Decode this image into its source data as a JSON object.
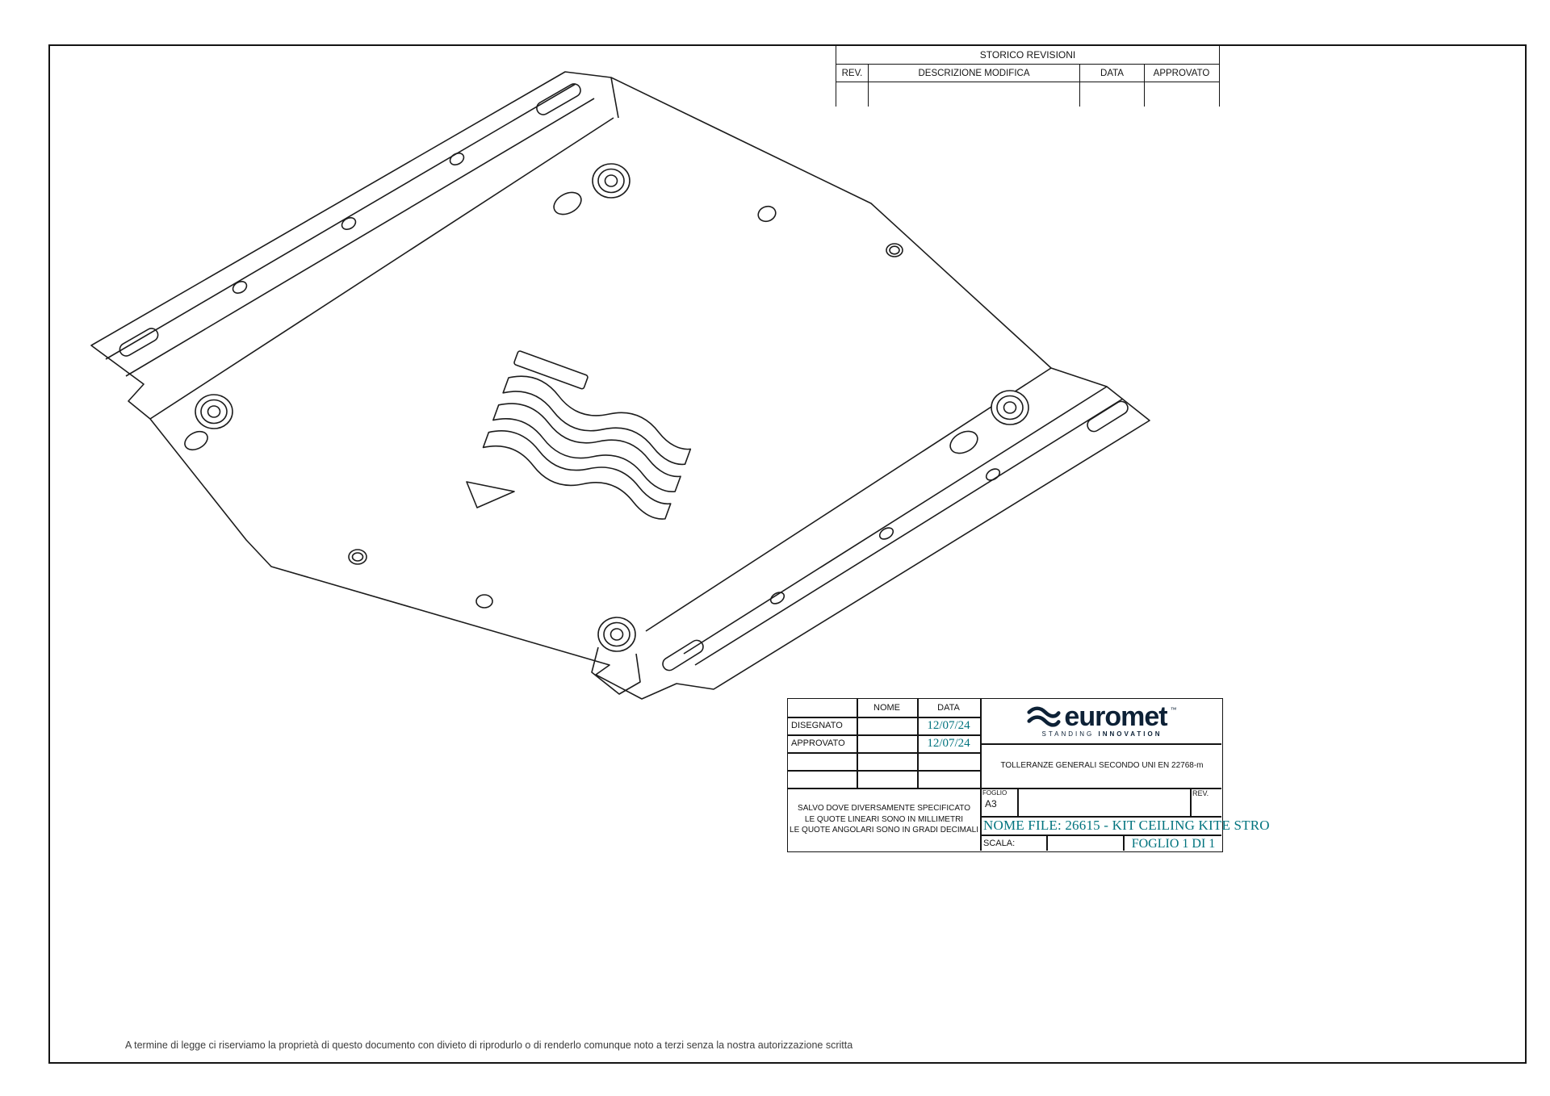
{
  "revision_table": {
    "title": "STORICO REVISIONI",
    "columns": [
      "REV.",
      "DESCRIZIONE MODIFICA",
      "DATA",
      "APPROVATO"
    ]
  },
  "title_block": {
    "header_nome": "NOME",
    "header_data": "DATA",
    "rows": [
      {
        "label": "DISEGNATO",
        "nome": "",
        "data": "12/07/24"
      },
      {
        "label": "APPROVATO",
        "nome": "",
        "data": "12/07/24"
      }
    ],
    "tolerances": "TOLLERANZE GENERALI SECONDO UNI EN 22768-m",
    "note_line1": "SALVO DOVE DIVERSAMENTE SPECIFICATO",
    "note_line2": "LE QUOTE LINEARI SONO IN MILLIMETRI",
    "note_line3": "LE QUOTE ANGOLARI SONO IN GRADI DECIMALI",
    "foglio_label": "FOGLIO",
    "foglio_value": "A3",
    "rev_label": "REV.",
    "file_label": "NOME FILE: 26615 - KIT CEILING KITE STRO",
    "scala_label": "SCALA:",
    "sheet_label": "FOGLIO 1 DI 1",
    "logo": {
      "brand": "euromet",
      "tm": "™",
      "tagline_standing": "STANDING",
      "tagline_innovation": "INNOVATION"
    }
  },
  "footer_note": "A termine di legge ci riserviamo la proprietà di questo documento con divieto di riprodurlo o di renderlo comunque noto a terzi senza la nostra autorizzazione scritta",
  "colors": {
    "accent_teal": "#00737e",
    "line": "#141414",
    "brand_navy": "#0d2136"
  }
}
